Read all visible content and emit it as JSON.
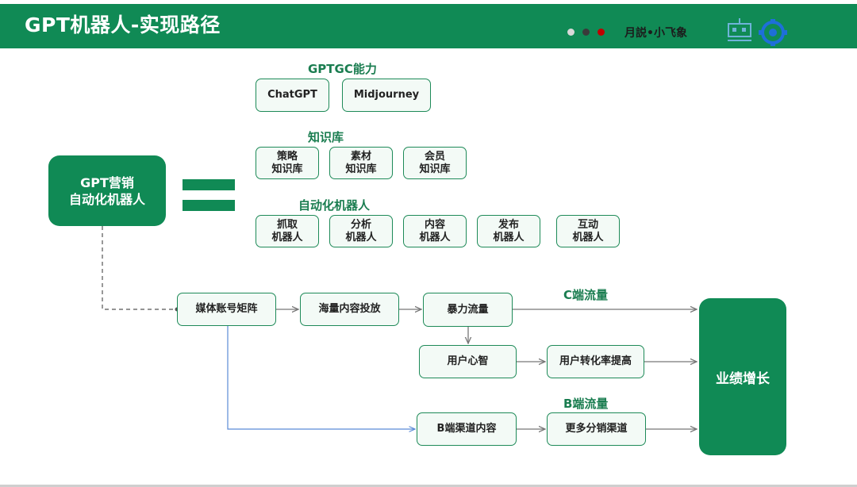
{
  "header": {
    "title": "GPT机器人-实现路径",
    "author": "月説•小飞象",
    "dots": [
      "#d9d9d9",
      "#3a3a3a",
      "#c00000"
    ],
    "accent": "#108a55"
  },
  "sections": {
    "gptgc": {
      "label": "GPTGC能力",
      "items": [
        "ChatGPT",
        "Midjourney"
      ]
    },
    "knowledge": {
      "label": "知识库",
      "items": [
        "策略\n知识库",
        "素材\n知识库",
        "会员\n知识库"
      ]
    },
    "robots": {
      "label": "自动化机器人",
      "items": [
        "抓取\n机器人",
        "分析\n机器人",
        "内容\n机器人",
        "发布\n机器人",
        "互动\n机器人"
      ]
    }
  },
  "main_box": "GPT营销\n自动化机器人",
  "flow": {
    "media_matrix": "媒体账号矩阵",
    "mass_content": "海量内容投放",
    "viral_traffic": "暴力流量",
    "user_mind": "用户心智",
    "conversion": "用户转化率提高",
    "b_channel_content": "B端渠道内容",
    "more_channels": "更多分销渠道",
    "c_label": "C端流量",
    "b_label": "B端流量",
    "result": "业绩增长"
  }
}
